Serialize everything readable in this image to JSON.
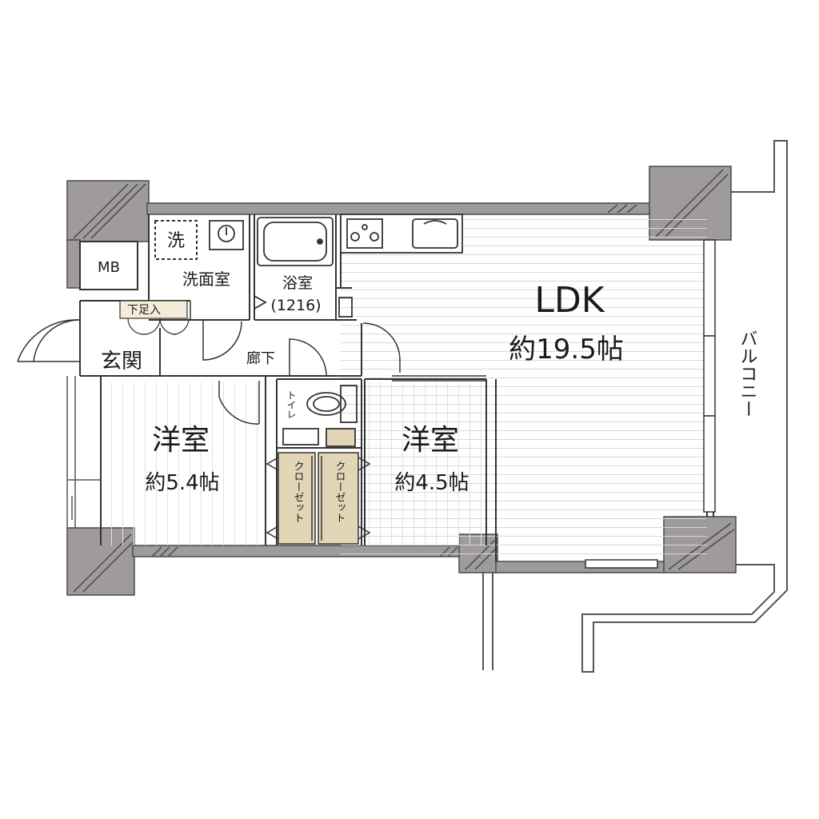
{
  "rooms": {
    "ldk": {
      "name": "LDK",
      "size": "約19.5帖"
    },
    "western_room_1": {
      "name": "洋室",
      "size": "約5.4帖"
    },
    "western_room_2": {
      "name": "洋室",
      "size": "約4.5帖"
    },
    "washroom": "洗面室",
    "bathroom": "浴室",
    "bathroom_size": "(1216)",
    "entrance": "玄関",
    "hallway": "廊下",
    "shoe_storage": "下足入",
    "toilet": "トイレ",
    "closet_1": "クローゼット",
    "closet_2": "クローゼット",
    "meter_box": "MB",
    "washer": "洗",
    "balcony": "バルコニー"
  },
  "colors": {
    "wall": "#9e9a9e",
    "wall_edge": "#4a4a4a",
    "closet_fill": "#e3d6b6",
    "floor_line": "#d4d4d4",
    "line": "#333333"
  }
}
